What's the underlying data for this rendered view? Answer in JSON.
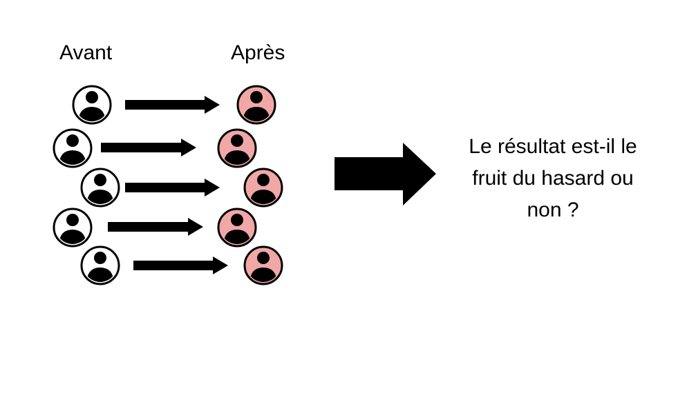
{
  "labels": {
    "before": "Avant",
    "after": "Après"
  },
  "question": {
    "line1": "Le résultat est-il le",
    "line2": "fruit du hasard ou",
    "line3": "non ?"
  },
  "colors": {
    "before_fill": "#ffffff",
    "after_fill": "#f2a7a7",
    "outline": "#000000",
    "person": "#000000",
    "arrow": "#000000"
  },
  "icons": {
    "person": "person-icon",
    "arrow": "right-arrow-icon",
    "big_arrow": "big-right-arrow-icon"
  }
}
